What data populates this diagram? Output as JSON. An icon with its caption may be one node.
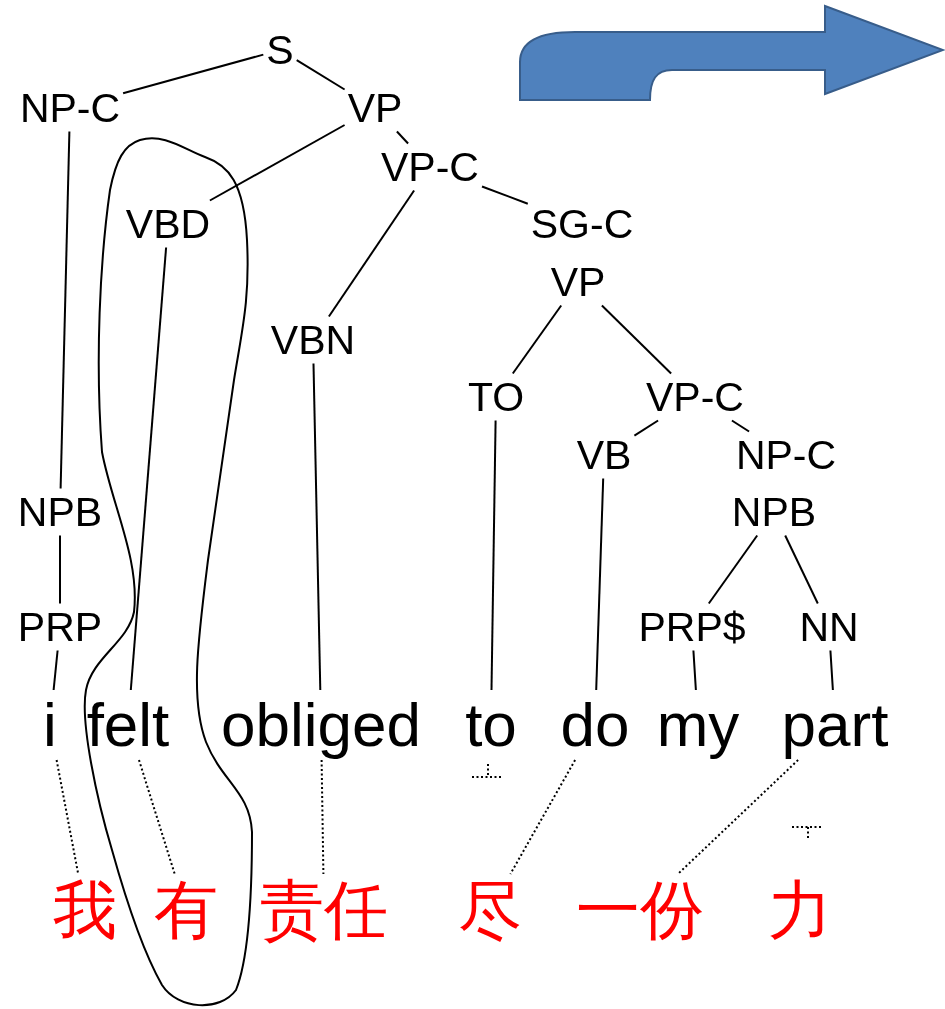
{
  "diagram": {
    "nodes": [
      {
        "text": [
          "S"
        ]
      },
      {
        "text": [
          "NP-C"
        ]
      },
      {
        "text": [
          "VP"
        ]
      },
      {
        "text": [
          "VP-C"
        ]
      },
      {
        "text": [
          "VBD"
        ]
      },
      {
        "text": [
          "SG-C"
        ]
      },
      {
        "text": [
          "VP"
        ]
      },
      {
        "text": [
          "VBN"
        ]
      },
      {
        "text": [
          "TO"
        ]
      },
      {
        "text": [
          "VP-C"
        ]
      },
      {
        "text": [
          "VB"
        ]
      },
      {
        "text": [
          "NP-C"
        ]
      },
      {
        "text": [
          "NPB"
        ]
      },
      {
        "text": [
          "NPB"
        ]
      },
      {
        "text": [
          "PRP"
        ]
      },
      {
        "text": [
          "PRP$"
        ]
      },
      {
        "text": [
          "NN"
        ]
      },
      {
        "text": [
          "i"
        ]
      },
      {
        "text": [
          "felt"
        ]
      },
      {
        "text": [
          "obliged"
        ]
      },
      {
        "text": [
          "to"
        ]
      },
      {
        "text": [
          "do"
        ]
      },
      {
        "text": [
          "my"
        ]
      },
      {
        "text": [
          "part"
        ]
      },
      {
        "text": [
          "我"
        ]
      },
      {
        "text": [
          "有"
        ]
      },
      {
        "text": [
          "责任"
        ]
      },
      {
        "text": [
          "尽"
        ]
      },
      {
        "text": [
          "一份"
        ]
      },
      {
        "text": [
          "力"
        ]
      }
    ],
    "edges": [
      {
        "from": 0,
        "to": 1,
        "arrow": "none"
      },
      {
        "from": 0,
        "to": 2,
        "arrow": "none"
      },
      {
        "from": 2,
        "to": 4,
        "arrow": "none"
      },
      {
        "from": 2,
        "to": 3,
        "arrow": "none"
      },
      {
        "from": 3,
        "to": 7,
        "arrow": "none"
      },
      {
        "from": 3,
        "to": 5,
        "arrow": "none"
      },
      {
        "from": 6,
        "to": 8,
        "arrow": "none"
      },
      {
        "from": 6,
        "to": 9,
        "arrow": "none"
      },
      {
        "from": 9,
        "to": 10,
        "arrow": "none"
      },
      {
        "from": 9,
        "to": 11,
        "arrow": "none"
      },
      {
        "from": 1,
        "to": 12,
        "arrow": "none"
      },
      {
        "from": 12,
        "to": 14,
        "arrow": "none"
      },
      {
        "from": 13,
        "to": 15,
        "arrow": "none"
      },
      {
        "from": 13,
        "to": 16,
        "arrow": "none"
      },
      {
        "from": 14,
        "to": 17,
        "arrow": "none"
      },
      {
        "from": 4,
        "to": 18,
        "arrow": "none"
      },
      {
        "from": 7,
        "to": 19,
        "arrow": "none"
      },
      {
        "from": 8,
        "to": 20,
        "arrow": "none"
      },
      {
        "from": 10,
        "to": 21,
        "arrow": "none"
      },
      {
        "from": 15,
        "to": 22,
        "arrow": "none"
      },
      {
        "from": 16,
        "to": 23,
        "arrow": "none"
      },
      {
        "from": 17,
        "to": 24,
        "arrow": "none",
        "style": "dashed"
      },
      {
        "from": 18,
        "to": 25,
        "arrow": "none",
        "style": "dashed"
      },
      {
        "from": 19,
        "to": 26,
        "arrow": "none",
        "style": "dashed"
      },
      {
        "from": 21,
        "to": 27,
        "arrow": "none",
        "style": "dashed"
      },
      {
        "from": 23,
        "to": 28,
        "arrow": "none",
        "style": "dashed"
      }
    ]
  }
}
